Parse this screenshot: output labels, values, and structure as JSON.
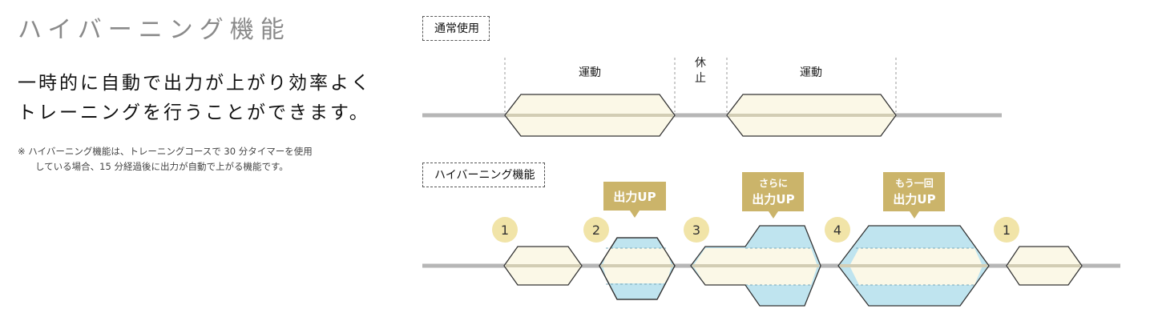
{
  "title": "ハイバーニング機能",
  "lead": [
    "一時的に自動で出力が上がり効率よく",
    "トレーニングを行うことができます。"
  ],
  "note": [
    "※ ハイバーニング機能は、トレーニングコースで 30 分タイマーを使用",
    "している場合、15 分経過後に出力が自動で上がる機能です。"
  ],
  "normal": {
    "label": "通常使用",
    "segments": [
      "運動",
      "休止",
      "運動"
    ],
    "rest_chars": [
      "休",
      "止"
    ]
  },
  "hb": {
    "label": "ハイバーニング機能",
    "steps": [
      "1",
      "2",
      "3",
      "4",
      "1"
    ],
    "callouts": [
      {
        "lines": [
          "出力UP"
        ]
      },
      {
        "lines": [
          "さらに",
          "出力UP"
        ]
      },
      {
        "lines": [
          "もう一回",
          "出力UP"
        ]
      }
    ]
  },
  "colors": {
    "line": "#b6b6b6",
    "hex_fill": "#fbf8e7",
    "boost_fill": "#bfe4ef",
    "gold": "#cbb46a",
    "outline": "#333333"
  }
}
